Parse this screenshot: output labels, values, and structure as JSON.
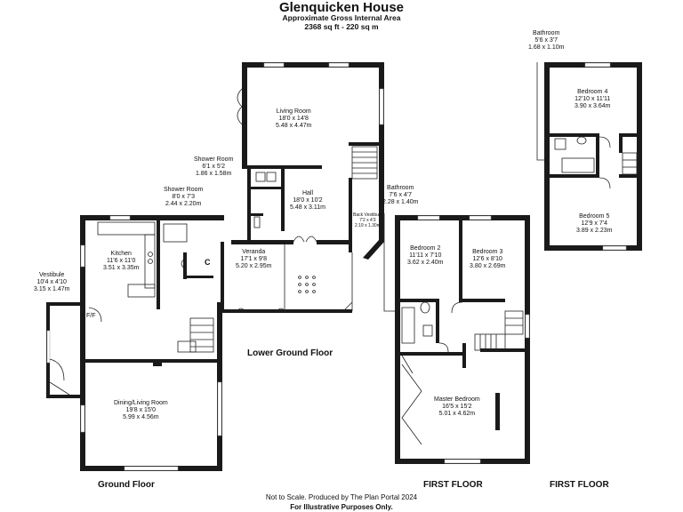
{
  "header": {
    "title": "Glenquicken House",
    "subtitle": "Approximate Gross Internal Area",
    "area": "2368 sq ft - 220 sq m"
  },
  "rooms": [
    {
      "id": "living-room",
      "name": "Living Room",
      "imperial": "18'0 x 14'8",
      "metric": "5.48 x 4.47m"
    },
    {
      "id": "shower-room-1",
      "name": "Shower Room",
      "imperial": "6'1 x 5'2",
      "metric": "1.86 x 1.58m"
    },
    {
      "id": "shower-room-2",
      "name": "Shower Room",
      "imperial": "8'0 x 7'3",
      "metric": "2.44 x 2.20m"
    },
    {
      "id": "hall",
      "name": "Hall",
      "imperial": "18'0 x 10'2",
      "metric": "5.48 x 3.11m"
    },
    {
      "id": "back-vestibule",
      "name": "Back Vestibule",
      "imperial": "7'2 x 4'3",
      "metric": "2.19 x 1.30m"
    },
    {
      "id": "kitchen",
      "name": "Kitchen",
      "imperial": "11'6 x 11'0",
      "metric": "3.51 x 3.35m"
    },
    {
      "id": "veranda",
      "name": "Veranda",
      "imperial": "17'1 x 9'8",
      "metric": "5.20 x 2.95m"
    },
    {
      "id": "vestibule",
      "name": "Vestibule",
      "imperial": "10'4 x 4'10",
      "metric": "3.15 x 1.47m"
    },
    {
      "id": "dining-living-room",
      "name": "Dining/Living Room",
      "imperial": "19'8 x 15'0",
      "metric": "5.99 x 4.56m"
    },
    {
      "id": "bathroom-1",
      "name": "Bathroom",
      "imperial": "7'6 x 4'7",
      "metric": "2.28 x 1.40m"
    },
    {
      "id": "bedroom-2",
      "name": "Bedroom 2",
      "imperial": "11'11 x 7'10",
      "metric": "3.62 x 2.40m"
    },
    {
      "id": "bedroom-3",
      "name": "Bedroom 3",
      "imperial": "12'6 x 8'10",
      "metric": "3.80 x 2.69m"
    },
    {
      "id": "master-bedroom",
      "name": "Master Bedroom",
      "imperial": "16'5 x 15'2",
      "metric": "5.01 x 4.62m"
    },
    {
      "id": "bathroom-2",
      "name": "Bathroom",
      "imperial": "5'6 x 3'7",
      "metric": "1.68 x 1.10m"
    },
    {
      "id": "bedroom-4",
      "name": "Bedroom  4",
      "imperial": "12'10 x 11'11",
      "metric": "3.90 x 3.64m"
    },
    {
      "id": "bedroom-5",
      "name": "Bedroom 5",
      "imperial": "12'9 x 7'4",
      "metric": "3.89 x 2.23m"
    }
  ],
  "labels": {
    "cupboard": "C",
    "fridge_freezer": "F/F"
  },
  "floors": {
    "lower_ground": "Lower Ground Floor",
    "ground": "Ground Floor",
    "first_1": "FIRST FLOOR",
    "first_2": "FIRST FLOOR"
  },
  "footer": {
    "note": "Not to Scale. Produced by The Plan Portal 2024",
    "illustrative": "For Illustrative Purposes Only."
  }
}
